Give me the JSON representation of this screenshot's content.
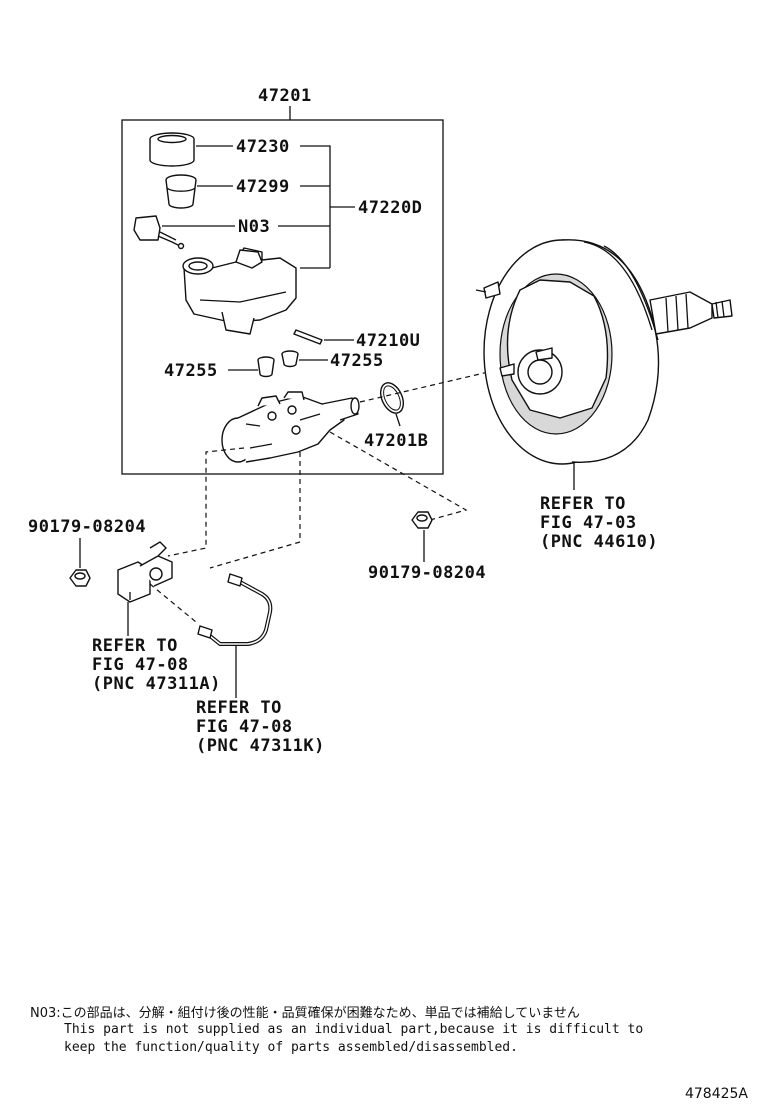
{
  "labels": {
    "assembly": "47201",
    "cylinder_kit": "47220D",
    "cap": "47230",
    "filter": "47299",
    "sensor": "N03",
    "pin": "47210U",
    "grommet_left": "47255",
    "grommet_right": "47255",
    "gasket": "47201B",
    "nut_left": "90179-08204",
    "nut_right": "90179-08204"
  },
  "refs": {
    "booster": [
      "REFER TO",
      "FIG 47-03",
      "(PNC 44610)"
    ],
    "tube_a": [
      "REFER TO",
      "FIG 47-08",
      "(PNC 47311A)"
    ],
    "tube_k": [
      "REFER TO",
      "FIG 47-08",
      "(PNC 47311K)"
    ]
  },
  "footnote": {
    "jp": "N03:この部品は、分解・組付け後の性能・品質確保が困難なため、単品では補給していません",
    "en_line1": "This part is not supplied as an individual part,because it is difficult to",
    "en_line2": "keep the function/quality of parts assembled/disassembled."
  },
  "figure_code": "478425A"
}
